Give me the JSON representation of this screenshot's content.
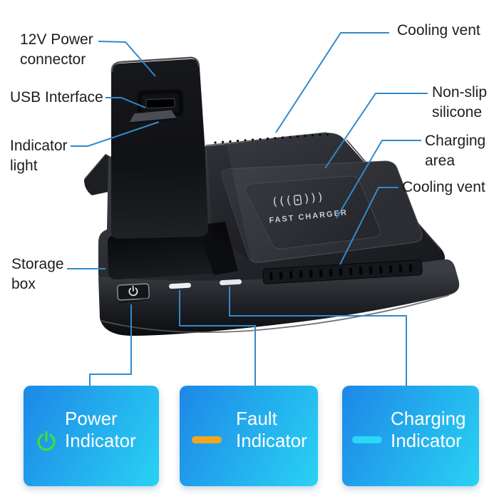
{
  "callouts": [
    {
      "name": "12v-power-connector",
      "lines": [
        "12V Power",
        "connector"
      ]
    },
    {
      "name": "usb-interface",
      "lines": [
        "USB Interface"
      ]
    },
    {
      "name": "indicator-light",
      "lines": [
        "Indicator",
        "light"
      ]
    },
    {
      "name": "storage-box",
      "lines": [
        "Storage",
        "box"
      ]
    },
    {
      "name": "cooling-vent-top",
      "lines": [
        "Cooling vent"
      ]
    },
    {
      "name": "non-slip-silicone",
      "lines": [
        "Non-slip",
        "silicone"
      ]
    },
    {
      "name": "charging-area",
      "lines": [
        "Charging",
        "area"
      ]
    },
    {
      "name": "cooling-vent-right",
      "lines": [
        "Cooling vent"
      ]
    }
  ],
  "legend": {
    "boxes": [
      {
        "name": "power-indicator",
        "icon": "power-icon",
        "lines": [
          "Power",
          "Indicator"
        ]
      },
      {
        "name": "fault-indicator",
        "icon": "fault-indicator-icon",
        "lines": [
          "Fault",
          "Indicator"
        ]
      },
      {
        "name": "charging-indicator",
        "icon": "charging-indicator-icon",
        "lines": [
          "Charging",
          "Indicator"
        ]
      }
    ]
  },
  "device": {
    "pad_brand_text": "FAST CHARGER",
    "wireless_icon": "wireless-charging-icon",
    "wireless_glyph_left": "(((",
    "wireless_glyph_right": ")))"
  },
  "colors": {
    "callout_line": "#3289cb",
    "box_gradient_start": "#1d87e7",
    "box_gradient_end": "#29d2f3",
    "power_icon": "#3ddc43",
    "fault_icon": "#f2a71b",
    "charging_icon": "#2bd7f5",
    "label_text": "#1e1e1e",
    "box_text": "#ffffff"
  }
}
